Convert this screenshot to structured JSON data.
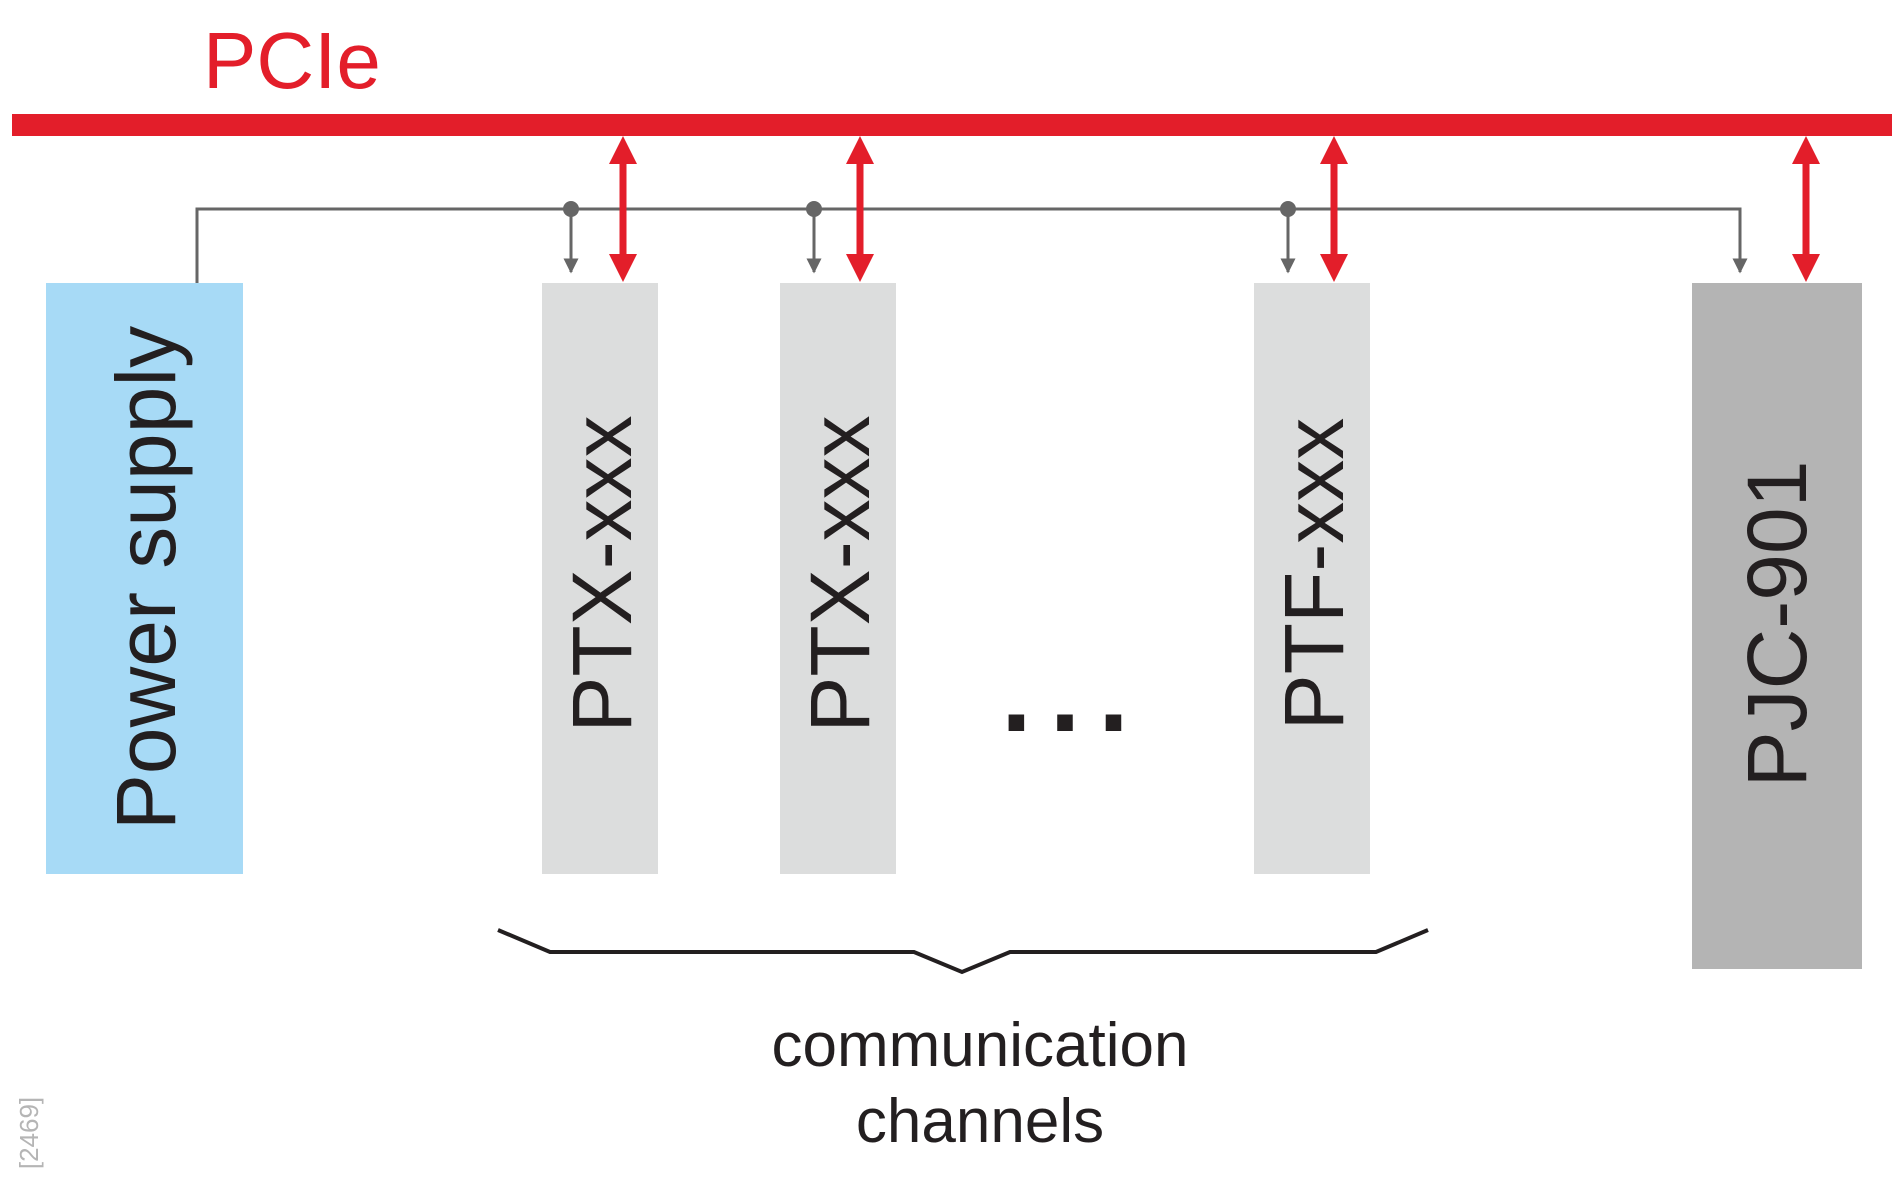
{
  "bus": {
    "label": "PCIe"
  },
  "modules": {
    "power_supply": "Power supply",
    "ptx_1": "PTX-xxx",
    "ptx_2": "PTX-xxx",
    "ellipsis": "...",
    "ptf": "PTF-xxx",
    "pjc": "PJC-901"
  },
  "group": {
    "label_line1": "communication",
    "label_line2": "channels"
  },
  "figure_id": "[2469]",
  "colors": {
    "bus": "#e31e2a",
    "power_supply": "#a7daf6",
    "channel_module": "#dcdddd",
    "controller_module": "#b4b4b4",
    "power_line": "#666666",
    "text": "#231f20"
  }
}
